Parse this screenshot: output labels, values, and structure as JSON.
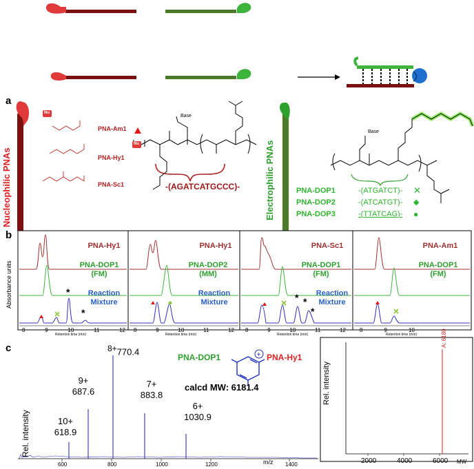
{
  "panel_a": {
    "letter": "a",
    "nucleophilic_title": "Nucleophilic PNAs",
    "electrophilic_title": "Electrophilic PNAs",
    "nu_tag": "Nu",
    "nucleophiles": [
      {
        "name": "PNA-Am1",
        "symbol": "triangle"
      },
      {
        "name": "PNA-Hy1",
        "symbol": ""
      },
      {
        "name": "PNA-Sc1",
        "symbol": ""
      }
    ],
    "nuc_sequence": "-(AGATCATGCCC)-",
    "base_label": "Base",
    "electrophiles": [
      {
        "name": "PNA-DOP1",
        "seq": "-(ATGATCT)-",
        "symbol": "cross"
      },
      {
        "name": "PNA-DOP2",
        "seq": "-(ATCATGT)-",
        "symbol": "diamond"
      },
      {
        "name": "PNA-DOP3",
        "seq": "-(TTATCAG)-",
        "symbol": "circle"
      }
    ]
  },
  "panel_b": {
    "letter": "b",
    "ylabel": "Absorbance units",
    "xaxis_caption": "Retention time (min)",
    "xticks": [
      "8",
      "9",
      "10",
      "11",
      "12"
    ],
    "xticks_short": [
      "8",
      "9",
      "10"
    ],
    "boxes": [
      {
        "top": "PNA-Hy1",
        "mid1": "PNA-DOP1",
        "mid2": "(FM)",
        "bot1": "Reaction",
        "bot2": "Mixture"
      },
      {
        "top": "PNA-Hy1",
        "mid1": "PNA-DOP2",
        "mid2": "(MM)",
        "bot1": "Reaction",
        "bot2": "Mixture"
      },
      {
        "top": "PNA-Sc1",
        "mid1": "PNA-DOP1",
        "mid2": "(FM)",
        "bot1": "Reaction",
        "bot2": "Mixture"
      },
      {
        "top": "PNA-Am1",
        "mid1": "PNA-DOP1",
        "mid2": "(FM)",
        "bot1": "",
        "bot2": ""
      }
    ]
  },
  "panel_c": {
    "letter": "c",
    "ylabel": "Rel. intensity",
    "xlabel": "m/z",
    "xticks": [
      "600",
      "800",
      "1000",
      "1200",
      "1400"
    ],
    "peaks": [
      {
        "charge": "10+",
        "mz": "618.9"
      },
      {
        "charge": "9+",
        "mz": "687.6"
      },
      {
        "charge": "8+",
        "mz": "770.4"
      },
      {
        "charge": "7+",
        "mz": "883.8"
      },
      {
        "charge": "6+",
        "mz": "1030.9"
      }
    ],
    "product_left": "PNA-DOP1",
    "product_right": "PNA-Hy1",
    "calcd": "calcd MW: 6181.4",
    "plus_sign": "+",
    "deconv_ylabel": "Rel. intensity",
    "deconv_xlabel": "MW",
    "deconv_xticks": [
      "2000",
      "4000",
      "6000"
    ],
    "deconv_peak": "A: 6180"
  },
  "colors": {
    "dark_red": "#7a1010",
    "red": "#e03a3a",
    "dark_green": "#4a7a2a",
    "green": "#3cb43c",
    "blue": "#2050c8"
  }
}
